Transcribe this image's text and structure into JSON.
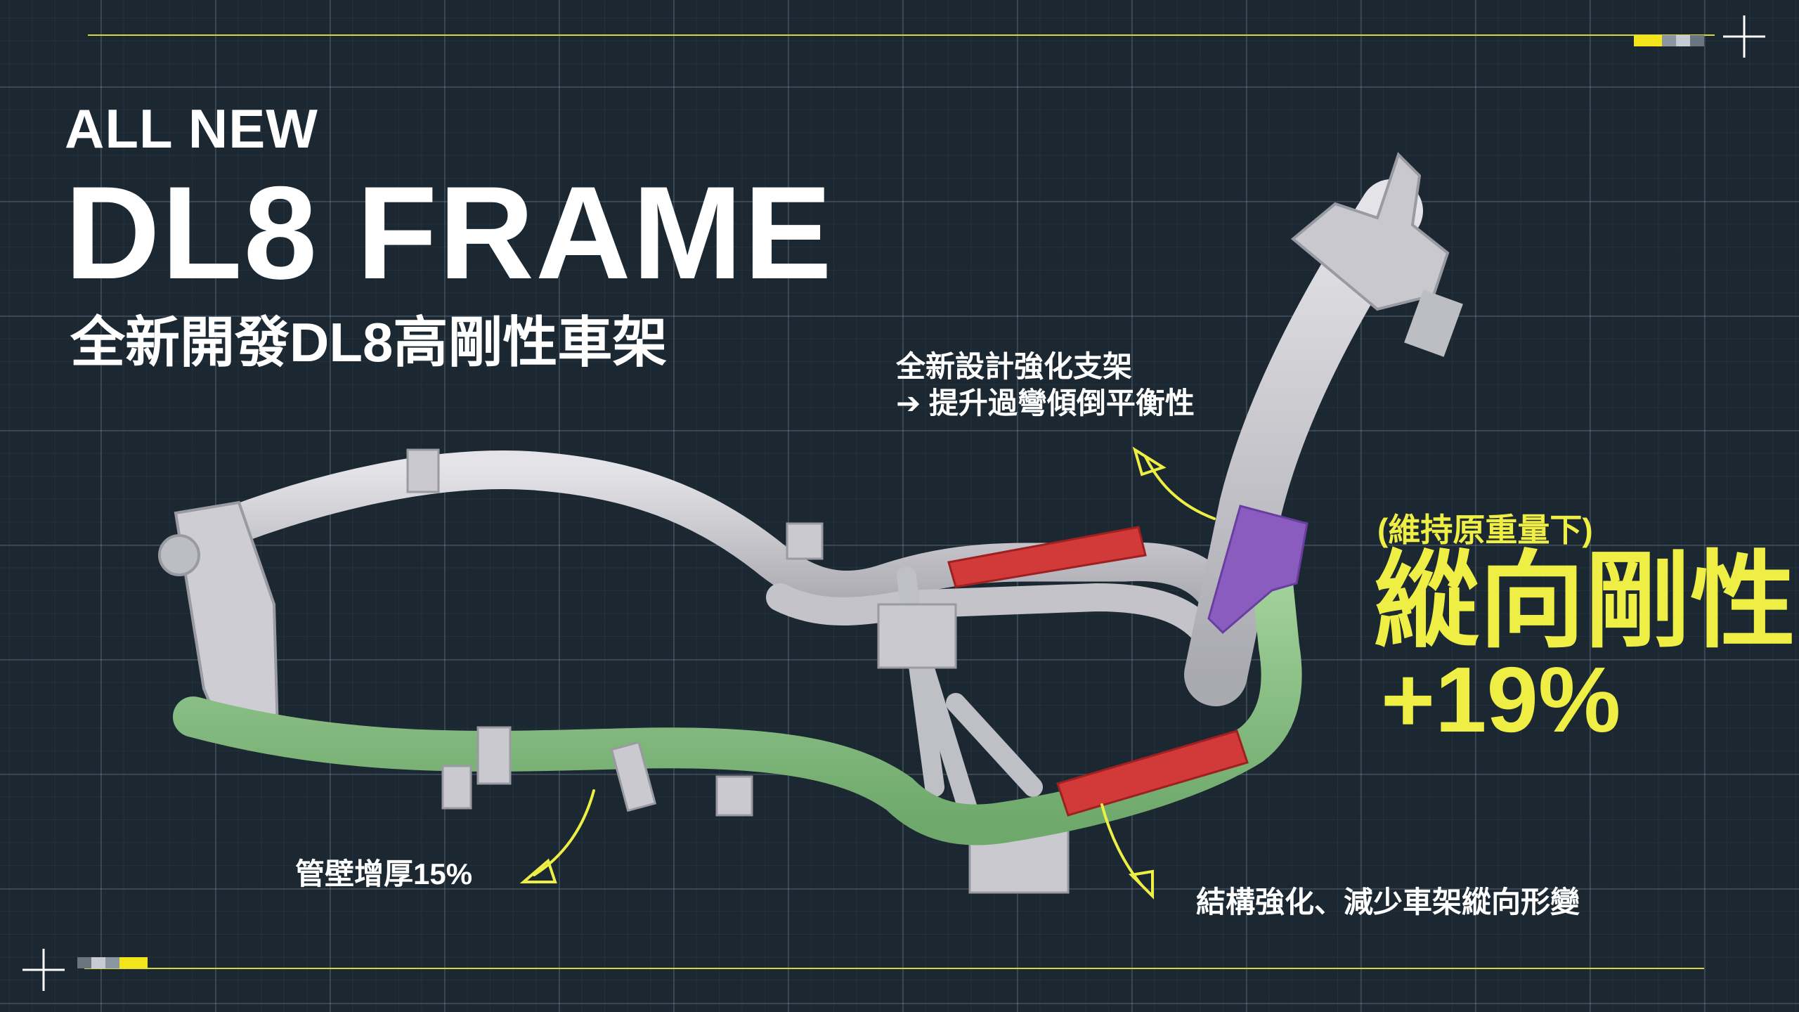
{
  "header": {
    "kicker": "ALL NEW",
    "title": "DL8 FRAME",
    "subtitle": "全新開發DL8高剛性車架"
  },
  "annotations": {
    "bracket_line1": "全新設計強化支架",
    "bracket_line2": "➔ 提升過彎傾倒平衡性",
    "tube_wall": "管壁增厚15%",
    "structure": "結構強化、減少車架縱向形變"
  },
  "highlight": {
    "condition": "(維持原重量下)",
    "metric": "縱向剛性",
    "value": "+19%"
  },
  "colors": {
    "background": "#1b2731",
    "accent_yellow": "#eeee44",
    "frame_gray": "#cfcfd4",
    "frame_green": "#8fc58a",
    "frame_red": "#d23a3a",
    "frame_purple": "#8a5cc0"
  },
  "icons": [
    "crosshair-icon",
    "color-swatch-icon",
    "arrow-icon"
  ]
}
